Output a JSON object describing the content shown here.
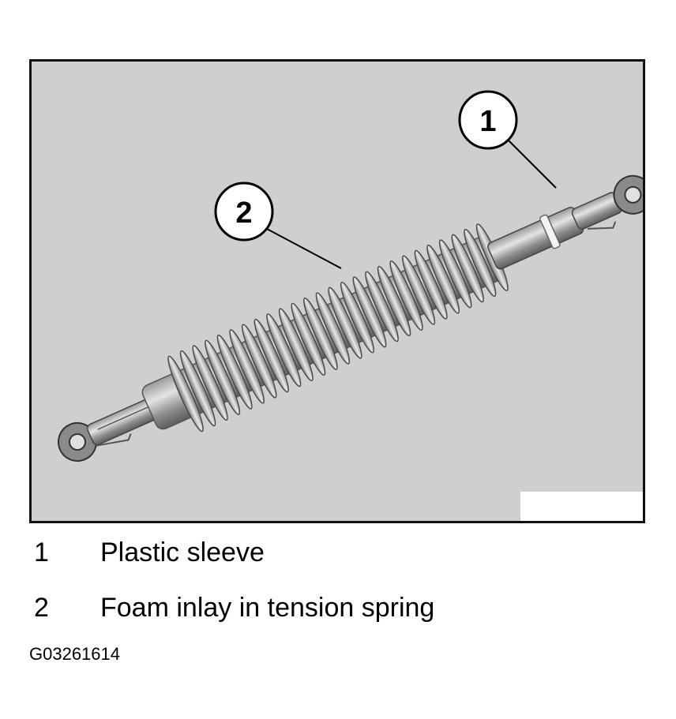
{
  "callouts": [
    {
      "number": "1",
      "label": "Plastic sleeve"
    },
    {
      "number": "2",
      "label": "Foam inlay in tension spring"
    }
  ],
  "figure_id": "G03261614",
  "colors": {
    "background": "#cfcfcf",
    "frame": "#111111",
    "metal": "#8a8a8a",
    "coil": "#b5b5b5"
  }
}
